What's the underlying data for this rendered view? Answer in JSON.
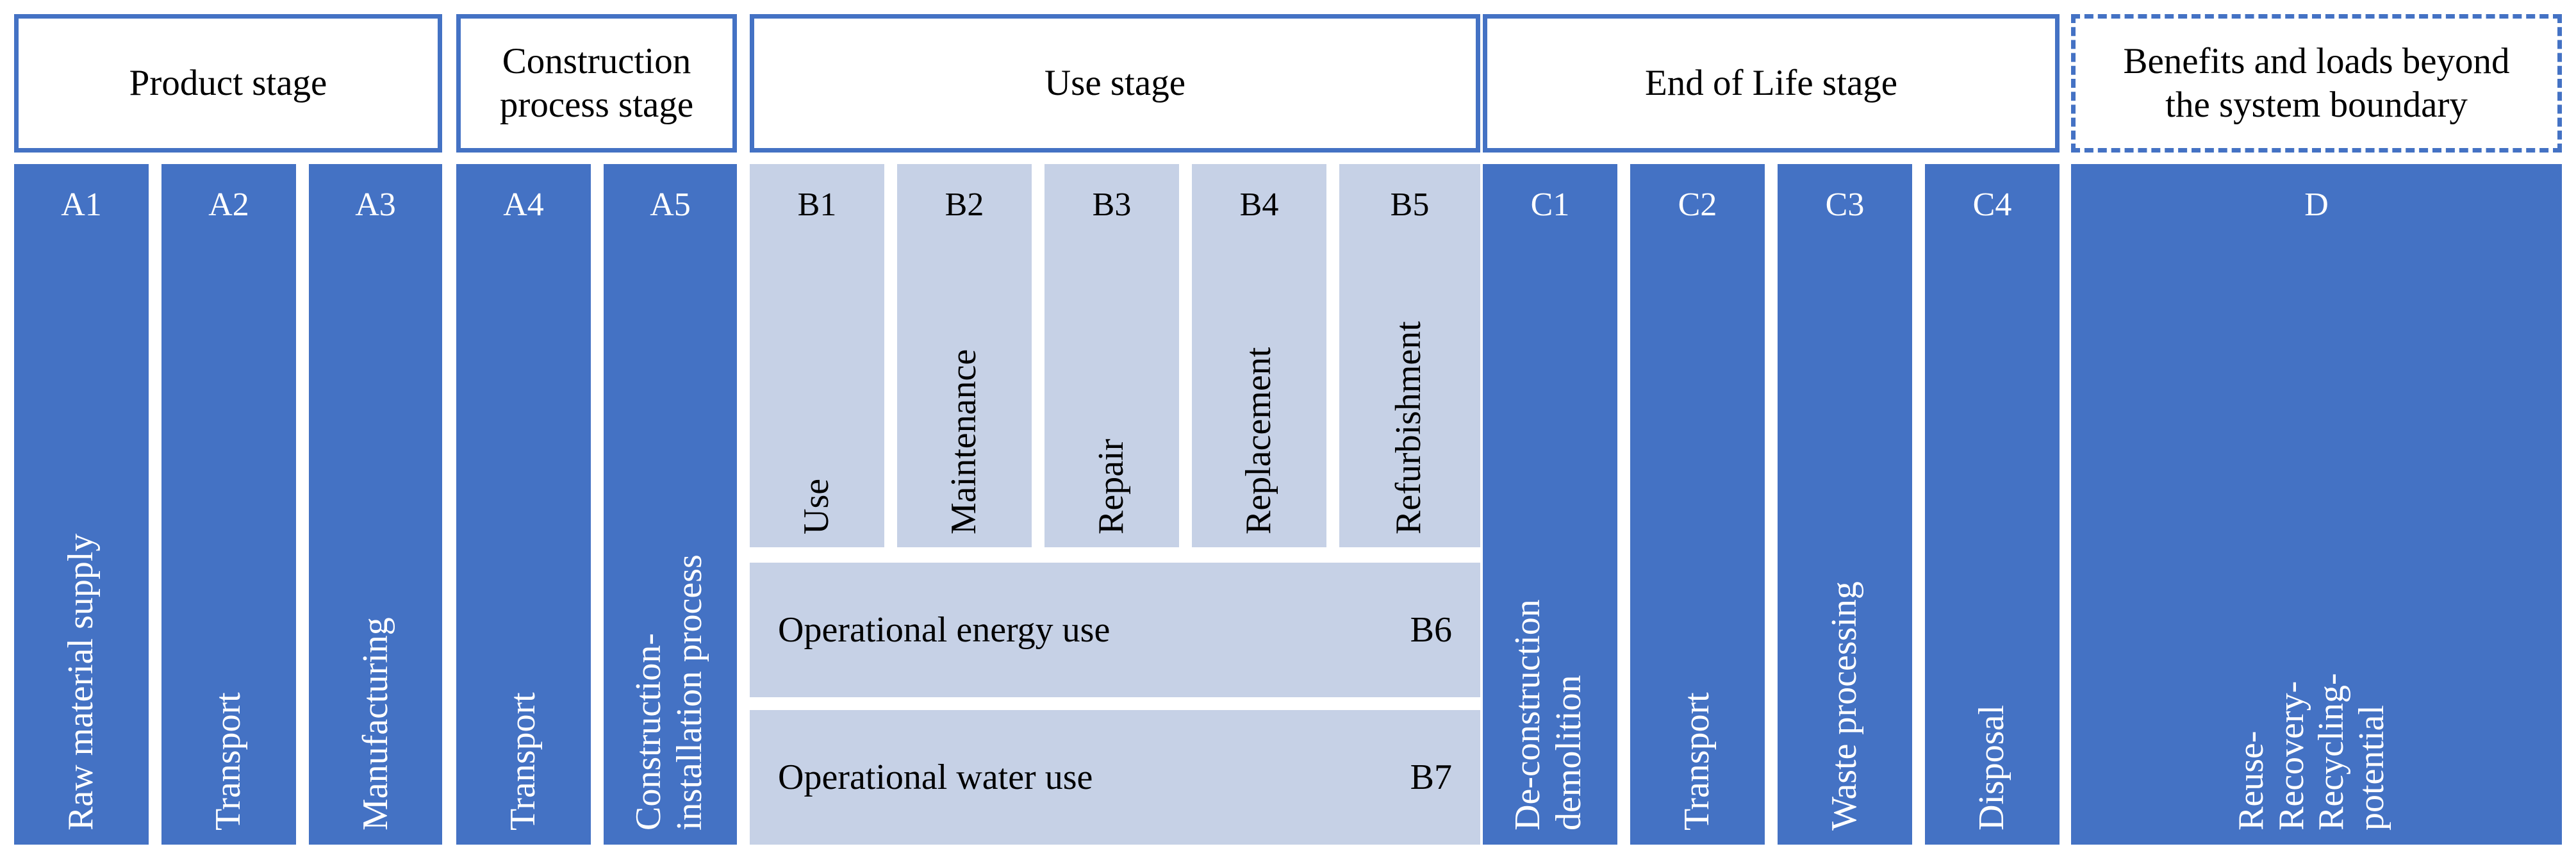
{
  "headers": {
    "product": "Product stage",
    "construction_line1": "Construction",
    "construction_line2": "process stage",
    "use": "Use stage",
    "eol": "End of Life stage",
    "benefits_line1": "Benefits and loads beyond",
    "benefits_line2": "the system boundary"
  },
  "modules": {
    "A1": {
      "code": "A1",
      "label": "Raw material supply"
    },
    "A2": {
      "code": "A2",
      "label": "Transport"
    },
    "A3": {
      "code": "A3",
      "label": "Manufacturing"
    },
    "A4": {
      "code": "A4",
      "label": "Transport"
    },
    "A5": {
      "code": "A5",
      "label_line1": "Construction-",
      "label_line2": "installation process"
    },
    "B1": {
      "code": "B1",
      "label": "Use"
    },
    "B2": {
      "code": "B2",
      "label": "Maintenance"
    },
    "B3": {
      "code": "B3",
      "label": "Repair"
    },
    "B4": {
      "code": "B4",
      "label": "Replacement"
    },
    "B5": {
      "code": "B5",
      "label": "Refurbishment"
    },
    "B6": {
      "code": "B6",
      "label": "Operational energy use"
    },
    "B7": {
      "code": "B7",
      "label": "Operational water use"
    },
    "C1": {
      "code": "C1",
      "label_line1": "De-construction",
      "label_line2": "demolition"
    },
    "C2": {
      "code": "C2",
      "label": "Transport"
    },
    "C3": {
      "code": "C3",
      "label": "Waste processing"
    },
    "C4": {
      "code": "C4",
      "label": "Disposal"
    },
    "D": {
      "code": "D",
      "label_line1": "Reuse-",
      "label_line2": "Recovery-",
      "label_line3": "Recycling-",
      "label_line4": "potential"
    }
  },
  "colors": {
    "dark_blue": "#4472c4",
    "light_blue": "#c6d1e6",
    "border": "#4472c4"
  }
}
